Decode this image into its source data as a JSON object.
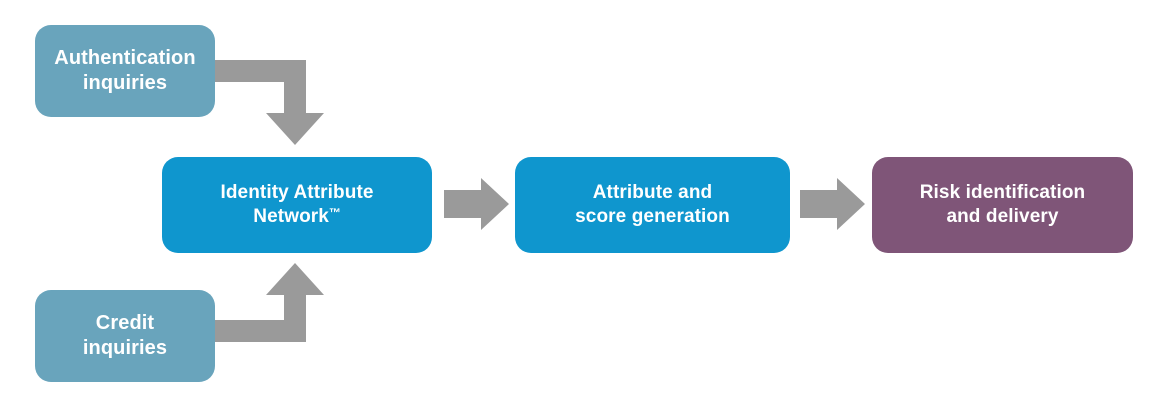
{
  "diagram": {
    "type": "process-flow",
    "title": "",
    "background_color": "#ffffff",
    "colors": {
      "source_node": "#69a4bc",
      "process_node": "#0f96ce",
      "output_node": "#7f5578",
      "arrow": "#9a9a9a",
      "node_text": "#ffffff"
    },
    "nodes": [
      {
        "id": "authentication-inquiries",
        "role": "source",
        "color": "#69a4bc",
        "lines": [
          "Authentication",
          "inquiries"
        ],
        "text": "Authentication inquiries"
      },
      {
        "id": "credit-inquiries",
        "role": "source",
        "color": "#69a4bc",
        "lines": [
          "Credit",
          "inquiries"
        ],
        "text": "Credit inquiries"
      },
      {
        "id": "identity-attribute-network",
        "role": "process",
        "color": "#0f96ce",
        "lines": [
          "Identity Attribute",
          "Network"
        ],
        "trademark": "™",
        "text": "Identity Attribute Network™"
      },
      {
        "id": "attribute-and-score-generation",
        "role": "process",
        "color": "#0f96ce",
        "lines": [
          "Attribute and",
          "score generation"
        ],
        "text": "Attribute and score generation"
      },
      {
        "id": "risk-identification-and-delivery",
        "role": "output",
        "color": "#7f5578",
        "lines": [
          "Risk identification",
          "and delivery"
        ],
        "text": "Risk identification and delivery"
      }
    ],
    "connectors": [
      {
        "id": "auth-to-ian",
        "shape": "elbow-down",
        "from": "authentication-inquiries",
        "to": "identity-attribute-network",
        "color": "#9a9a9a"
      },
      {
        "id": "credit-to-ian",
        "shape": "elbow-up",
        "from": "credit-inquiries",
        "to": "identity-attribute-network",
        "color": "#9a9a9a"
      },
      {
        "id": "ian-to-score",
        "shape": "arrow-right",
        "from": "identity-attribute-network",
        "to": "attribute-and-score-generation",
        "color": "#9a9a9a"
      },
      {
        "id": "score-to-risk",
        "shape": "arrow-right",
        "from": "attribute-and-score-generation",
        "to": "risk-identification-and-delivery",
        "color": "#9a9a9a"
      }
    ]
  }
}
